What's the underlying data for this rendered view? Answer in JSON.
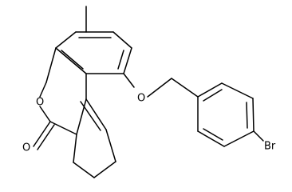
{
  "molecule": {
    "atoms": {
      "ring_oxygen": "O",
      "carbonyl_oxygen": "O",
      "ether_oxygen": "O",
      "bromine": "Br"
    }
  }
}
